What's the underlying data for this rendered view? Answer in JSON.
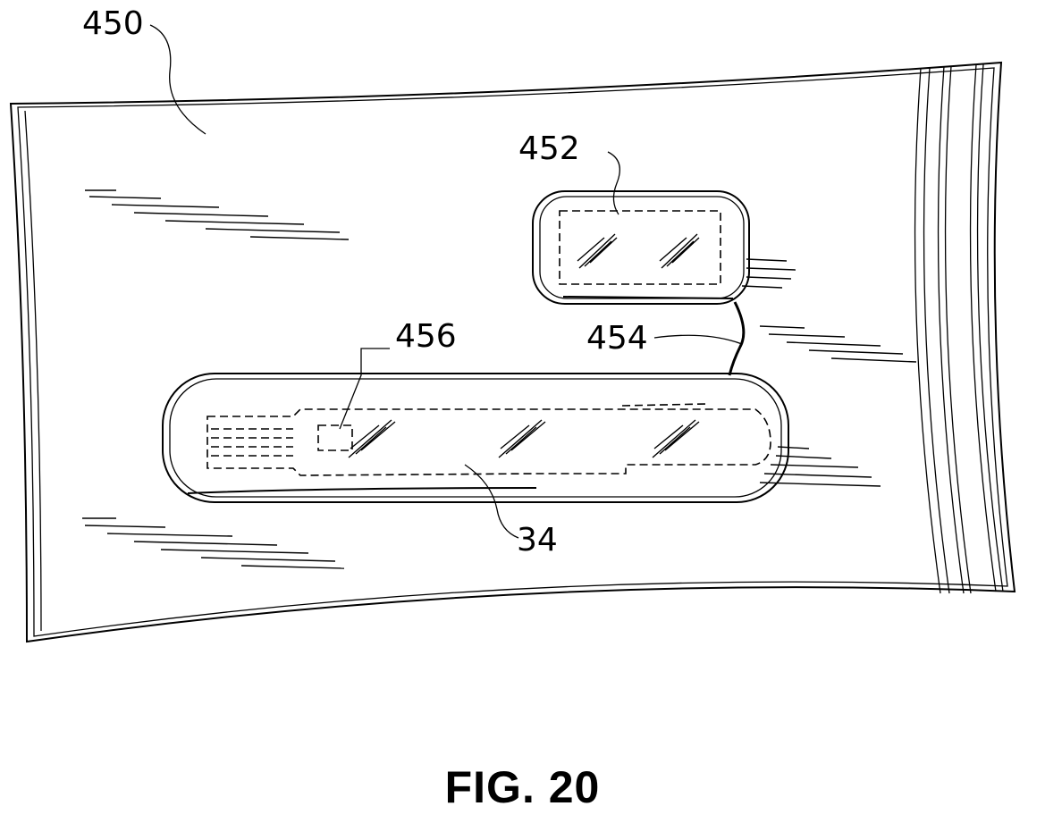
{
  "figure": {
    "caption": "FIG. 20",
    "labels": {
      "pouch": "450",
      "small_package": "452",
      "connector": "454",
      "window": "456",
      "device": "34"
    }
  }
}
